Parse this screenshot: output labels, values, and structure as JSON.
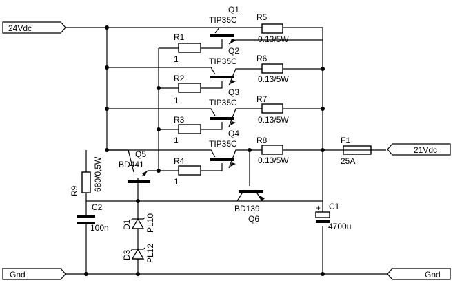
{
  "ports": {
    "vin": "24Vdc",
    "vout": "21Vdc",
    "gnd_left": "Gnd",
    "gnd_right": "Gnd"
  },
  "transistors": {
    "q1": {
      "ref": "Q1",
      "type": "TIP35C"
    },
    "q2": {
      "ref": "Q2",
      "type": "TIP35C"
    },
    "q3": {
      "ref": "Q3",
      "type": "TIP35C"
    },
    "q4": {
      "ref": "Q4",
      "type": "TIP35C"
    },
    "q5": {
      "ref": "Q5",
      "type": "BD441"
    },
    "q6": {
      "ref": "Q6",
      "type": "BD139"
    }
  },
  "resistors": {
    "r1": {
      "ref": "R1",
      "value": "1"
    },
    "r2": {
      "ref": "R2",
      "value": "1"
    },
    "r3": {
      "ref": "R3",
      "value": "1"
    },
    "r4": {
      "ref": "R4",
      "value": "1"
    },
    "r5": {
      "ref": "R5",
      "value": "0.13/5W"
    },
    "r6": {
      "ref": "R6",
      "value": "0.13/5W"
    },
    "r7": {
      "ref": "R7",
      "value": "0.13/5W"
    },
    "r8": {
      "ref": "R8",
      "value": "0.13/5W"
    },
    "r9": {
      "ref": "R9",
      "value": "680/0,5W"
    }
  },
  "capacitors": {
    "c1": {
      "ref": "C1",
      "value": "4700u",
      "polarity": "+"
    },
    "c2": {
      "ref": "C2",
      "value": "100n"
    }
  },
  "diodes": {
    "d1": {
      "ref": "D1",
      "type": "PL10"
    },
    "d3": {
      "ref": "D3",
      "type": "PL12"
    }
  },
  "fuse": {
    "ref": "F1",
    "value": "25A"
  }
}
